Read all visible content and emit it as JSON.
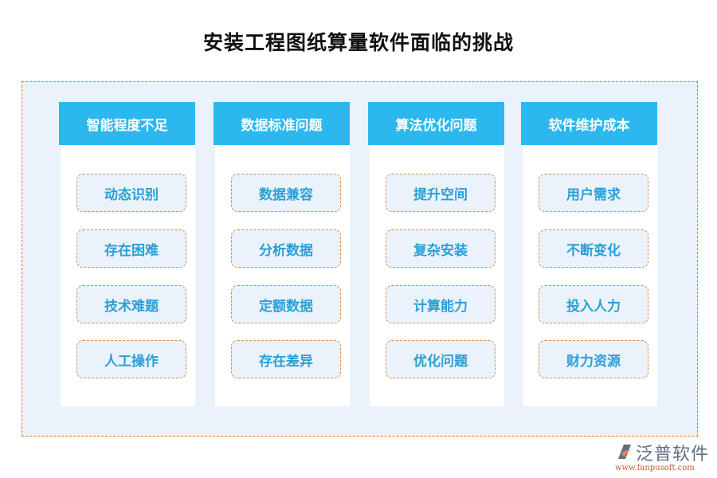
{
  "title": "安装工程图纸算量软件面临的挑战",
  "columns": [
    {
      "header": "智能程度不足",
      "items": [
        "动态识别",
        "存在困难",
        "技术难题",
        "人工操作"
      ]
    },
    {
      "header": "数据标准问题",
      "items": [
        "数据兼容",
        "分析数据",
        "定额数据",
        "存在差异"
      ]
    },
    {
      "header": "算法优化问题",
      "items": [
        "提升空间",
        "复杂安装",
        "计算能力",
        "优化问题"
      ]
    },
    {
      "header": "软件维护成本",
      "items": [
        "用户需求",
        "不断变化",
        "投入人力",
        "财力资源"
      ]
    }
  ],
  "logo": {
    "name": "泛普软件",
    "url": "www.fanpusoft.com"
  },
  "colors": {
    "header": "#2cb8ee",
    "item_text": "#2a9fd6",
    "dash": "#e07a2e",
    "panel": "#eaf3fc"
  }
}
